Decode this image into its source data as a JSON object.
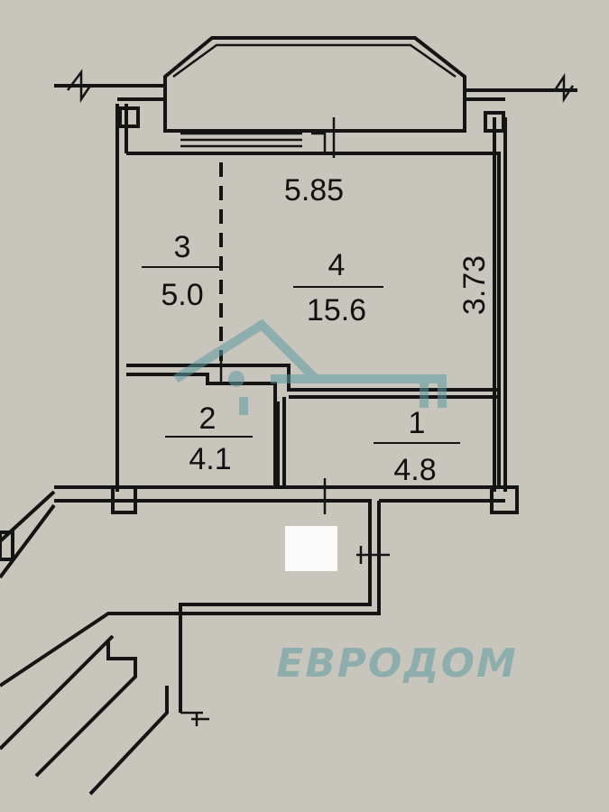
{
  "plan": {
    "dimensions": {
      "width": "5.85",
      "depth": "3.73"
    },
    "rooms": [
      {
        "number": "1",
        "area": "4.8"
      },
      {
        "number": "2",
        "area": "4.1"
      },
      {
        "number": "3",
        "area": "5.0"
      },
      {
        "number": "4",
        "area": "15.6"
      }
    ]
  },
  "watermark": {
    "text": "ЕВРОДОМ"
  },
  "colors": {
    "paper": "#c8c5bd",
    "ink": "#141414",
    "watermark": "#5f9aa0"
  }
}
